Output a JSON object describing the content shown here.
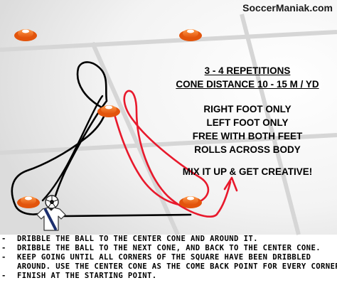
{
  "brand": "SoccerManiak.com",
  "info": {
    "repetitions": "3 - 4 REPETITIONS",
    "distance": "CONE DISTANCE 10 - 15 M / YD",
    "variations": [
      "RIGHT FOOT ONLY",
      "LEFT FOOT ONLY",
      "FREE WITH BOTH FEET",
      "ROLLS ACROSS BODY"
    ],
    "creative": "MIX IT UP & GET CREATIVE!"
  },
  "steps": [
    "DRIBBLE THE BALL TO THE CENTER CONE AND AROUND IT.",
    "DRIBBLE THE BALL TO THE NEXT CONE, AND BACK TO THE CENTER CONE.",
    "KEEP GOING UNTIL ALL CORNERS OF THE SQUARE HAVE BEEN DRIBBLED",
    "AROUND. USE THE CENTER CONE AS THE COME BACK POINT FOR EVERY CORNER.",
    "FINISH AT THE STARTING POINT."
  ],
  "step_dashes": [
    "-",
    "-",
    "-",
    "",
    "-"
  ],
  "colors": {
    "cone": "#f26a1b",
    "path_black": "#000000",
    "path_red": "#e8192c",
    "arrow": "#e8192c"
  }
}
